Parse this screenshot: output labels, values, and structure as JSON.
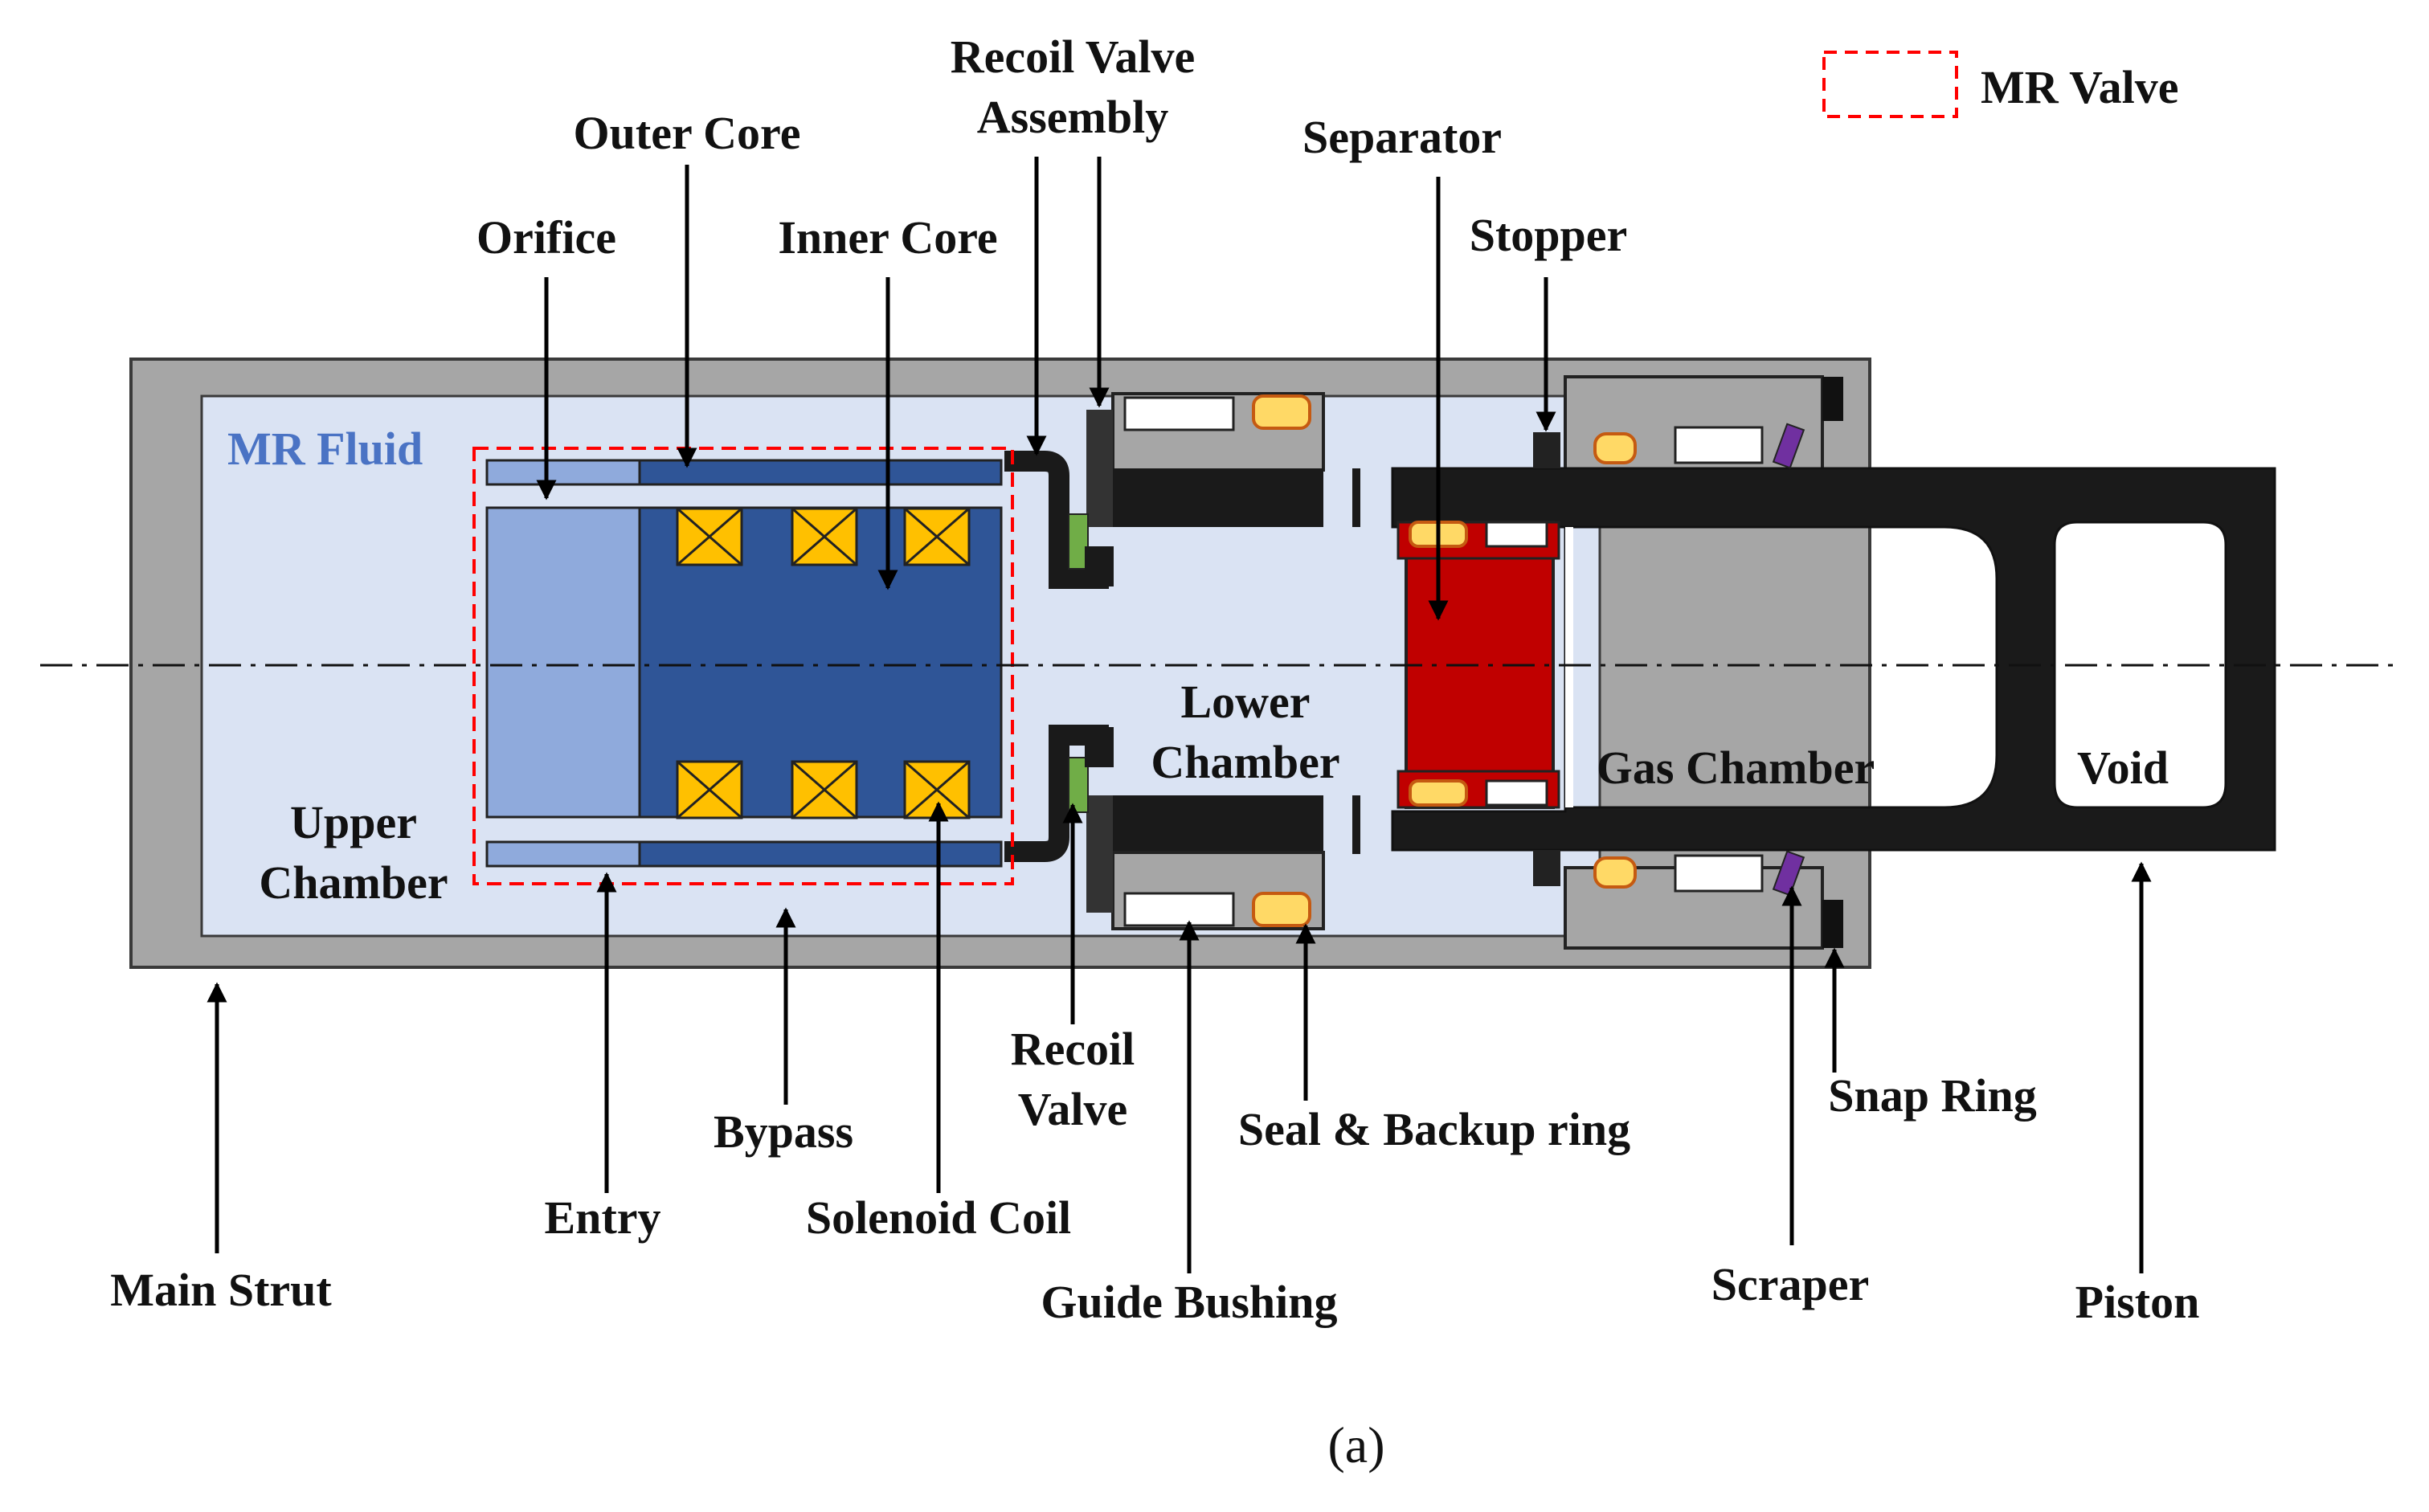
{
  "legend": {
    "mr_valve": "MR Valve"
  },
  "labels": {
    "mr_fluid": "MR Fluid",
    "recoil_valve_assembly_1": "Recoil Valve",
    "recoil_valve_assembly_2": "Assembly",
    "outer_core": "Outer Core",
    "separator": "Separator",
    "orifice": "Orifice",
    "inner_core": "Inner Core",
    "stopper": "Stopper",
    "lower_chamber_1": "Lower",
    "lower_chamber_2": "Chamber",
    "gas_chamber": "Gas Chamber",
    "void": "Void",
    "upper_chamber_1": "Upper",
    "upper_chamber_2": "Chamber",
    "recoil_valve_1": "Recoil",
    "recoil_valve_2": "Valve",
    "seal_backup_ring": "Seal & Backup ring",
    "snap_ring": "Snap Ring",
    "bypass": "Bypass",
    "entry": "Entry",
    "solenoid_coil": "Solenoid Coil",
    "main_strut": "Main Strut",
    "guide_bushing": "Guide Bushing",
    "scraper": "Scraper",
    "piston": "Piston"
  },
  "caption": "(a)",
  "colors": {
    "strut": "#a6a6a6",
    "fluid": "#dae3f3",
    "core_dark": "#2f5597",
    "core_light": "#8faadc",
    "coil": "#ffc000",
    "separator": "#c00000",
    "seal": "#ffd966",
    "backup": "#c55a11",
    "valve_green": "#70ad47",
    "scraper": "#7030a0",
    "dashed": "#ff0000"
  }
}
